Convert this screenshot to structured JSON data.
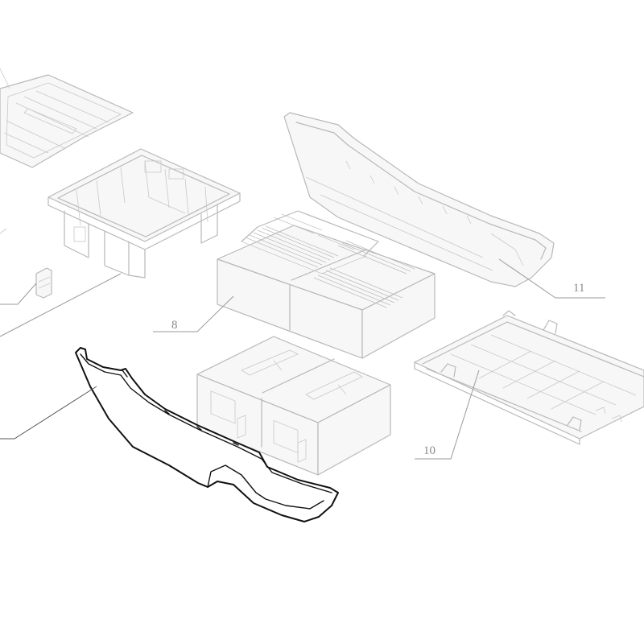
{
  "diagram": {
    "callouts": {
      "part_8": "8",
      "part_10": "10",
      "part_11": "11"
    },
    "highlight_color": "#111111",
    "ghost_color": "#b8b8b8"
  }
}
